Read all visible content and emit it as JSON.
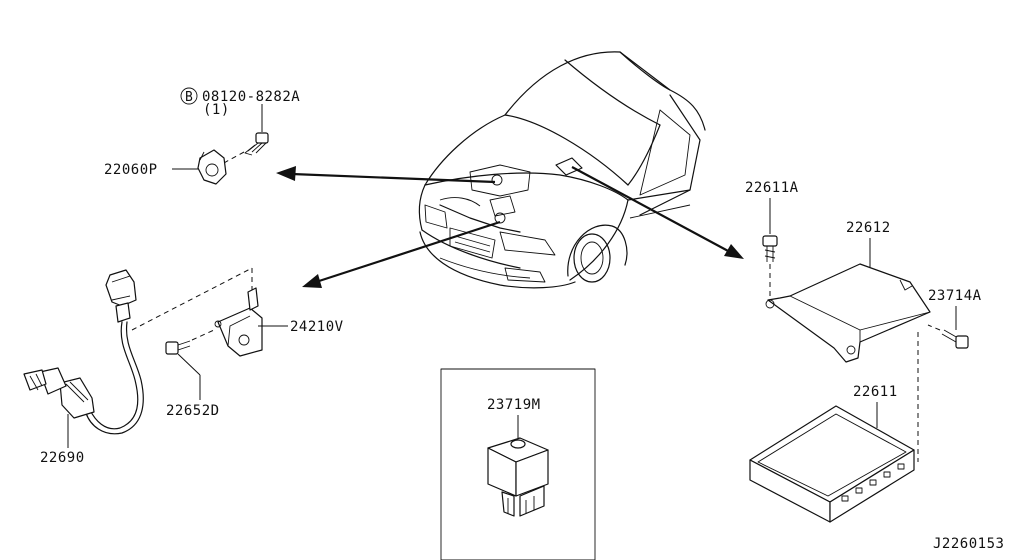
{
  "parts": {
    "bolt_ref": "08120-8282A",
    "bolt_qty": "(1)",
    "bolt_badge": "B",
    "knock_sensor": "22060P",
    "bracket": "24210V",
    "bracket_bolt": "22652D",
    "o2_sensor": "22690",
    "relay": "23719M",
    "ecm_bolt_top": "22611A",
    "ecm_bracket": "22612",
    "ecm_bolt_side": "23714A",
    "ecm": "22611"
  },
  "diagram_code": "J2260153"
}
